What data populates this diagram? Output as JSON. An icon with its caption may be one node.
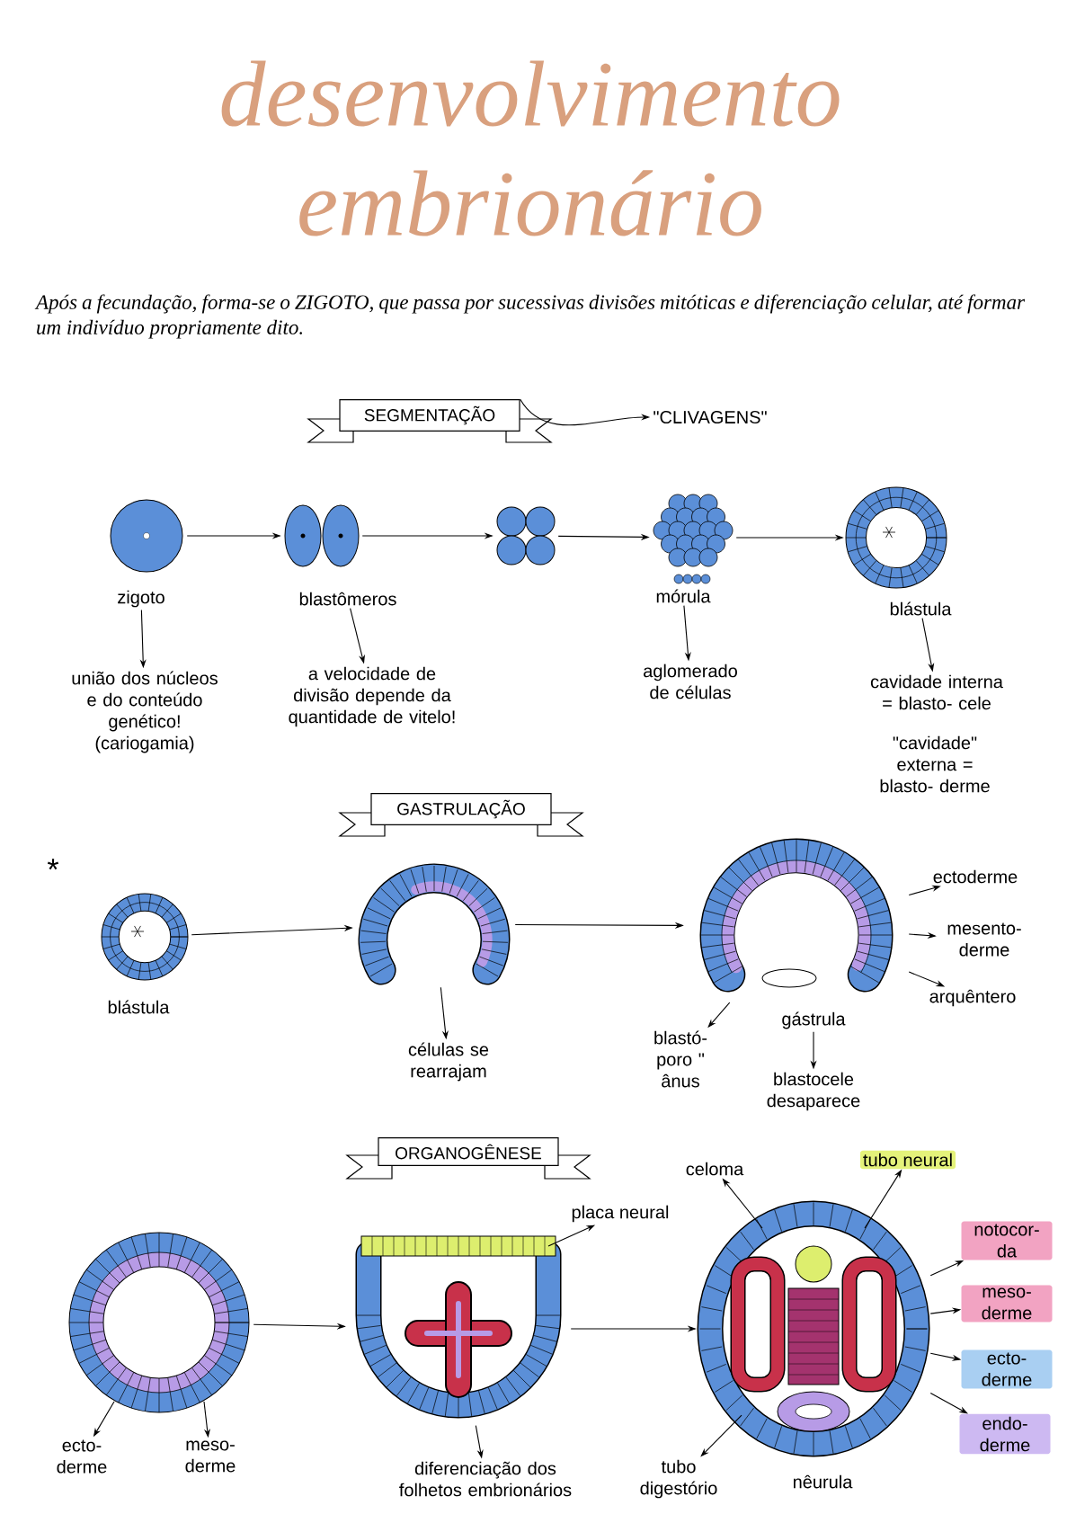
{
  "diagram": {
    "title": "desenvolvimento embrionário",
    "nodes": [
      {
        "text": [
          "SEGMENTAÇÃO"
        ]
      },
      {
        "text": [
          "\"CLIVAGENS\""
        ]
      },
      {
        "text": [],
        "shape": "picture"
      },
      {
        "text": [],
        "shape": "picture"
      },
      {
        "text": [],
        "shape": "picture"
      },
      {
        "text": [],
        "shape": "picture"
      },
      {
        "text": [],
        "shape": "picture"
      },
      {
        "text": [
          "zigoto"
        ]
      },
      {
        "text": [
          "união dos núcleos e do conteúdo genético! (cariogamia)"
        ]
      },
      {
        "text": [
          "blastômeros"
        ]
      },
      {
        "text": [
          "a velocidade de divisão depende da quantidade de vitelo!"
        ]
      },
      {
        "text": [
          "mórula"
        ]
      },
      {
        "text": [
          "aglomerado de células"
        ]
      },
      {
        "text": [
          "blástula"
        ]
      },
      {
        "text": [
          "cavidade interna = blasto- cele"
        ]
      },
      {
        "text": [
          "GASTRULAÇÃO"
        ]
      },
      {
        "text": [],
        "shape": "picture",
        "beside": [
          "blástula"
        ]
      },
      {
        "text": [],
        "shape": "picture"
      },
      {
        "text": [
          "células se rearrajam"
        ]
      },
      {
        "text": [],
        "shape": "picture"
      },
      {
        "text": [
          "ectoderme"
        ]
      },
      {
        "text": [
          "mesento- derme"
        ]
      },
      {
        "text": [
          "arquêntero"
        ]
      },
      {
        "text": [
          "blastó- poro \" ânus"
        ]
      },
      {
        "text": [
          "gástrula"
        ]
      },
      {
        "text": [
          "blastocele desaparece"
        ]
      },
      {
        "text": [
          "ORGANOGÊNESE"
        ]
      },
      {
        "text": [],
        "shape": "picture"
      },
      {
        "text": [
          "ecto- derme"
        ]
      },
      {
        "text": [
          "meso- derme"
        ]
      },
      {
        "text": [],
        "shape": "picture"
      },
      {
        "text": [
          "placa neural"
        ]
      },
      {
        "text": [
          "diferenciação dos folhetos embrionários"
        ]
      },
      {
        "text": [],
        "shape": "picture",
        "beside": [
          "nêurula"
        ]
      },
      {
        "text": [
          "tubo neural"
        ]
      },
      {
        "text": [
          "celoma"
        ]
      },
      {
        "text": [
          "notocor- da"
        ]
      },
      {
        "text": [
          "meso- derme"
        ]
      },
      {
        "text": [
          "ecto- derme"
        ]
      },
      {
        "text": [
          "endo- derme"
        ]
      },
      {
        "text": [
          "tubo digestório"
        ]
      }
    ],
    "edges": [
      {
        "from": 0,
        "to": 1,
        "arrow": "to"
      },
      {
        "from": 2,
        "to": 3,
        "arrow": "to"
      },
      {
        "from": 3,
        "to": 4,
        "arrow": "to"
      },
      {
        "from": 4,
        "to": 5,
        "arrow": "to"
      },
      {
        "from": 5,
        "to": 6,
        "arrow": "to"
      },
      {
        "from": 7,
        "to": 8,
        "arrow": "to"
      },
      {
        "from": 9,
        "to": 10,
        "arrow": "to"
      },
      {
        "from": 11,
        "to": 12,
        "arrow": "to"
      },
      {
        "from": 13,
        "to": 14,
        "arrow": "to"
      },
      {
        "from": 16,
        "to": 17,
        "arrow": "to"
      },
      {
        "from": 17,
        "to": 19,
        "arrow": "to"
      },
      {
        "from": 17,
        "to": 18,
        "arrow": "to"
      },
      {
        "from": 19,
        "to": 20,
        "arrow": "to"
      },
      {
        "from": 19,
        "to": 21,
        "arrow": "to"
      },
      {
        "from": 19,
        "to": 22,
        "arrow": "to"
      },
      {
        "from": 19,
        "to": 23,
        "arrow": "to"
      },
      {
        "from": 24,
        "to": 25,
        "arrow": "to"
      },
      {
        "from": 27,
        "to": 30,
        "arrow": "to"
      },
      {
        "from": 30,
        "to": 33,
        "arrow": "to"
      },
      {
        "from": 27,
        "to": 28,
        "arrow": "to"
      },
      {
        "from": 27,
        "to": 29,
        "arrow": "to"
      },
      {
        "from": 30,
        "to": 31,
        "arrow": "to"
      },
      {
        "from": 30,
        "to": 32,
        "arrow": "to"
      },
      {
        "from": 33,
        "to": 34,
        "arrow": "to"
      },
      {
        "from": 33,
        "to": 35,
        "arrow": "to"
      },
      {
        "from": 33,
        "to": 36,
        "arrow": "to"
      },
      {
        "from": 33,
        "to": 37,
        "arrow": "to"
      },
      {
        "from": 33,
        "to": 38,
        "arrow": "to"
      },
      {
        "from": 33,
        "to": 39,
        "arrow": "to"
      },
      {
        "from": 33,
        "to": 40,
        "arrow": "to"
      }
    ],
    "labels": [
      "Após a fecundação, forma-se o ZIGOTO, que passa por sucessivas divisões mitóticas e diferenciação celular, até formar um indivíduo propriamente dito.",
      "\"cavidade\" externa = blasto- derme",
      "*"
    ]
  }
}
